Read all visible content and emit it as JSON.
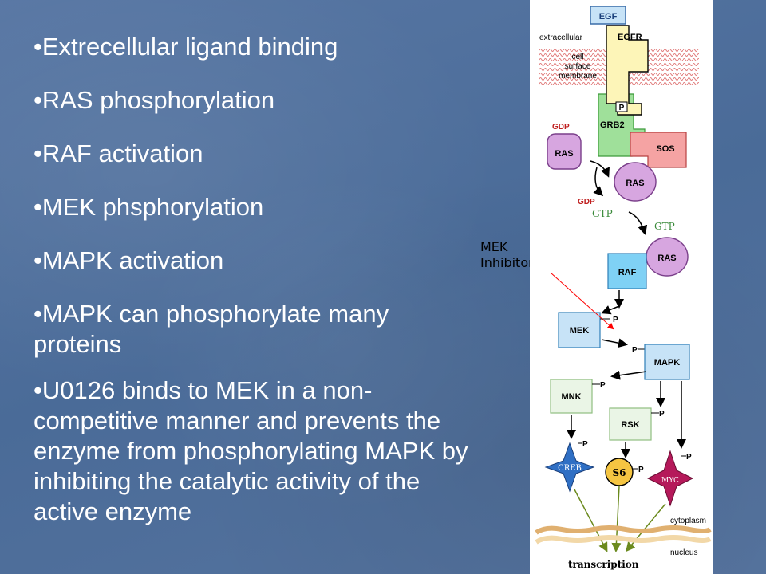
{
  "bullets": [
    "•Extrecellular ligand binding",
    "•RAS phosphorylation",
    "•RAF activation",
    "•MEK phsphorylation",
    "•MAPK activation",
    "•MAPK can phosphorylate many proteins",
    "•U0126 binds to MEK in a non-competitive manner and prevents the enzyme from phosphorylating MAPK by inhibiting the catalytic activity of the active enzyme"
  ],
  "annotation": {
    "line1": "MEK",
    "line2": "Inhibitor",
    "arrow_color": "#ff0000"
  },
  "diagram": {
    "egf": "EGF",
    "egfr": "EGFR",
    "extracellular": "extracellular",
    "membrane": [
      "cell",
      "surface",
      "membrane"
    ],
    "p": "P",
    "grb2": "GRB2",
    "gdp_top": "GDP",
    "ras_gdp": "RAS",
    "sos": "SOS",
    "ras_mid": "RAS",
    "gdp_mid": "GDP",
    "gtp_left": "GTP",
    "gtp_right": "GTP",
    "ras_gtp": "RAS",
    "raf": "RAF",
    "mek": "MEK",
    "mapk": "MAPK",
    "mnk": "MNK",
    "rsk": "RSK",
    "creb": "CREB",
    "s6": "S6",
    "myc": "MYC",
    "cytoplasm": "cytoplasm",
    "nucleus": "nucleus",
    "transcription": "transcription",
    "colors": {
      "blue_box": "#c7e3f7",
      "blue_fill": "#7fd1f5",
      "green": "#9fe09a",
      "salmon": "#f5a3a3",
      "ras": "#d7a6e0",
      "creb": "#2f6fc4",
      "s6": "#f5c542",
      "myc": "#b5195a",
      "egfr": "#fdf5b8"
    }
  }
}
